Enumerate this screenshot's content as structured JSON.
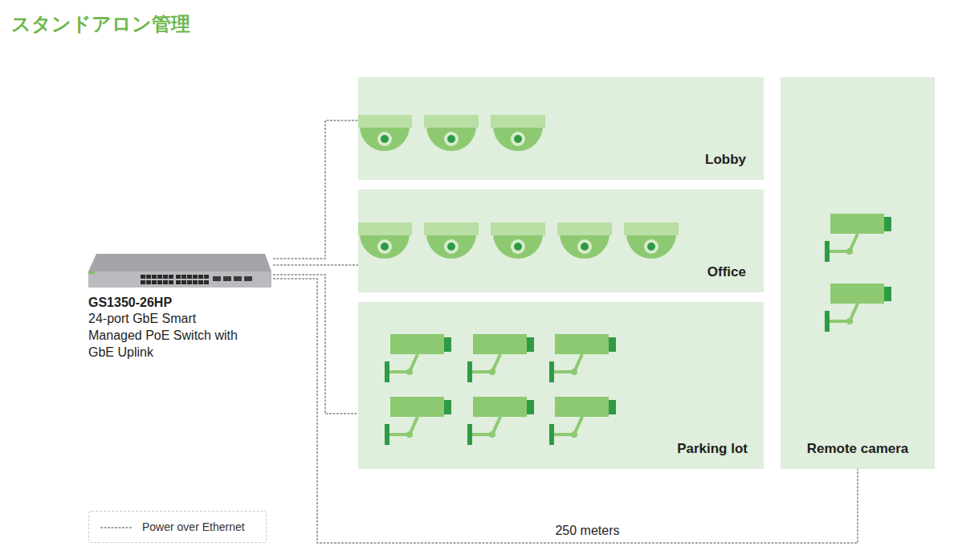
{
  "diagram": {
    "title": "スタンドアロン管理",
    "nodes": [
      {
        "text": [
          "GS1350-26HP",
          "24-port GbE Smart Managed PoE Switch with GbE Uplink"
        ]
      },
      {
        "text": [
          "Lobby"
        ]
      },
      {
        "text": [
          "Office"
        ]
      },
      {
        "text": [
          "Parking lot"
        ]
      },
      {
        "text": [
          "Remote camera"
        ]
      }
    ],
    "edges": [
      {
        "from": 0,
        "to": 1,
        "arrow": "none"
      },
      {
        "from": 0,
        "to": 2,
        "arrow": "none"
      },
      {
        "from": 0,
        "to": 3,
        "arrow": "none"
      },
      {
        "from": 0,
        "to": 4,
        "arrow": "none",
        "label": "250 meters"
      }
    ],
    "legend": [
      {
        "text": "Power over Ethernet"
      }
    ]
  }
}
